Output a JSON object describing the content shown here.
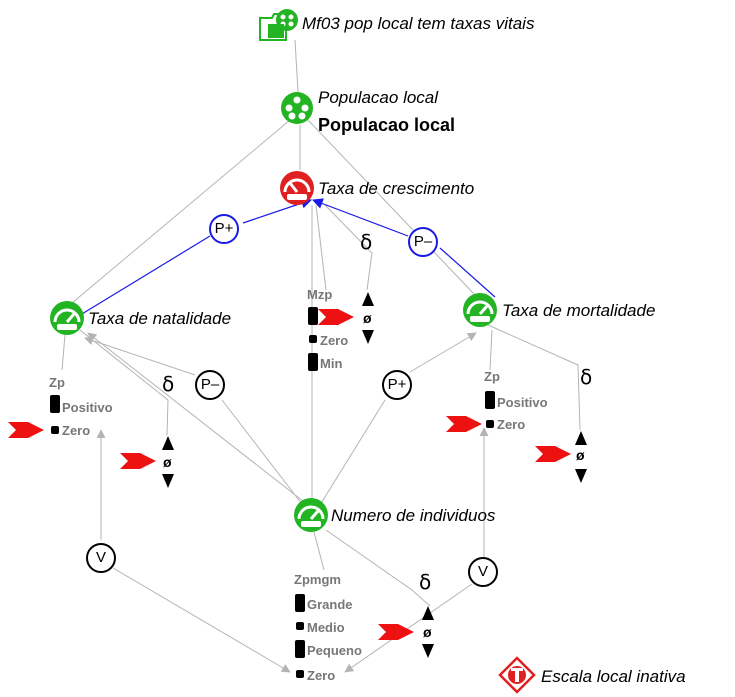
{
  "scenario": {
    "title": "Mf03 pop local tem taxas vitais"
  },
  "entity": {
    "italic_name": "Populacao local",
    "bold_name": "Populacao local"
  },
  "quantities": {
    "growth": "Taxa de crescimento",
    "birth": "Taxa de natalidade",
    "death": "Taxa de mortalidade",
    "number": "Numero de individuos"
  },
  "quantity_spaces": {
    "birth": {
      "name": "Zp",
      "values": [
        "Positivo",
        "Zero"
      ],
      "current": "Zero"
    },
    "death": {
      "name": "Zp",
      "values": [
        "Positivo",
        "Zero"
      ],
      "current": "Zero"
    },
    "growth": {
      "name": "Mzp",
      "values": [
        "",
        "Zero",
        "Min"
      ],
      "current": ""
    },
    "number": {
      "name": "Zpmgm",
      "values": [
        "Grande",
        "Medio",
        "Pequeno",
        "Zero"
      ],
      "current": "Zero"
    }
  },
  "derivative": {
    "delta_symbol": "δ",
    "steady_symbol": "ø"
  },
  "relations": {
    "prop_plus": "P+",
    "prop_minus": "P–",
    "value_corr": "V"
  },
  "assumption": {
    "label": "Escala local inativa"
  },
  "colors": {
    "active_green": "#22b422",
    "growth_red": "#e02020",
    "prop_blue": "#1a1ae6",
    "link_gray": "#b4b4b4",
    "marker_red": "#ee1111"
  }
}
